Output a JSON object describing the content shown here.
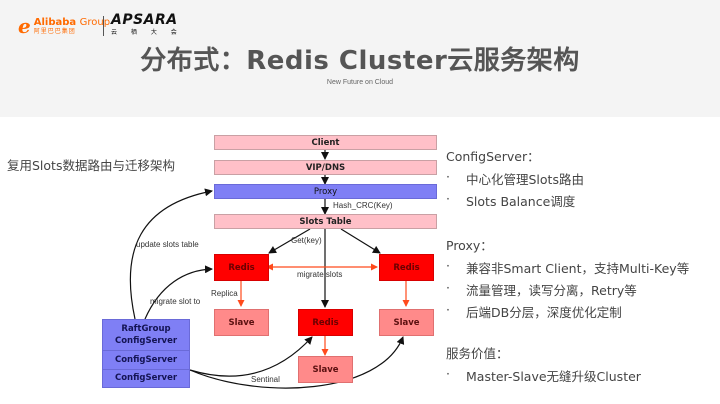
{
  "header": {
    "logos": {
      "alibaba": {
        "mark": "e",
        "name": "Alibaba",
        "group": "Group",
        "chinese": "阿里巴巴集团"
      },
      "apsara": {
        "name": "APSARA",
        "chinese": "云 栖 大 会"
      }
    },
    "title": "分布式：Redis Cluster云服务架构",
    "subtitle": "New Future on Cloud"
  },
  "left_heading": "复用Slots数据路由与迁移架构",
  "diagram": {
    "layers": {
      "client": "Client",
      "vip_dns": "VIP/DNS",
      "proxy": "Proxy",
      "slots_table": "Slots Table"
    },
    "nodes": {
      "redis_left": "Redis",
      "redis_center": "Redis",
      "redis_right": "Redis",
      "slave_left": "Slave",
      "slave_center": "Slave",
      "slave_right": "Slave"
    },
    "config_group": {
      "line1": "RaftGroup",
      "line2": "ConfigServer",
      "line3": "ConfigServer",
      "line4": "ConfigServer"
    },
    "edge_labels": {
      "hash": "Hash_CRC(Key)",
      "get": "Get(key)",
      "migrate_slots": "migrate slots",
      "replica": "Replica",
      "update_slots_table": "update slots table",
      "migrate_slot_to": "migrate slot to",
      "sentinal": "Sentinal"
    },
    "colors": {
      "pink_layer": "#ffc0c8",
      "proxy_blue": "#7f7ff5",
      "redis_red": "#ff0000",
      "slave_pink": "#ff8a8a",
      "replication_arrow": "#ff4a1c"
    }
  },
  "panels": {
    "config_server": {
      "heading": "ConfigServer：",
      "items": [
        "中心化管理Slots路由",
        "Slots Balance调度"
      ]
    },
    "proxy": {
      "heading": "Proxy：",
      "items": [
        "兼容非Smart Client，支持Multi-Key等",
        "流量管理，读写分离，Retry等",
        "后端DB分层，深度优化定制"
      ]
    },
    "value": {
      "heading": "服务价值：",
      "items": [
        "Master-Slave无缝升级Cluster"
      ]
    },
    "bullet": "·"
  }
}
